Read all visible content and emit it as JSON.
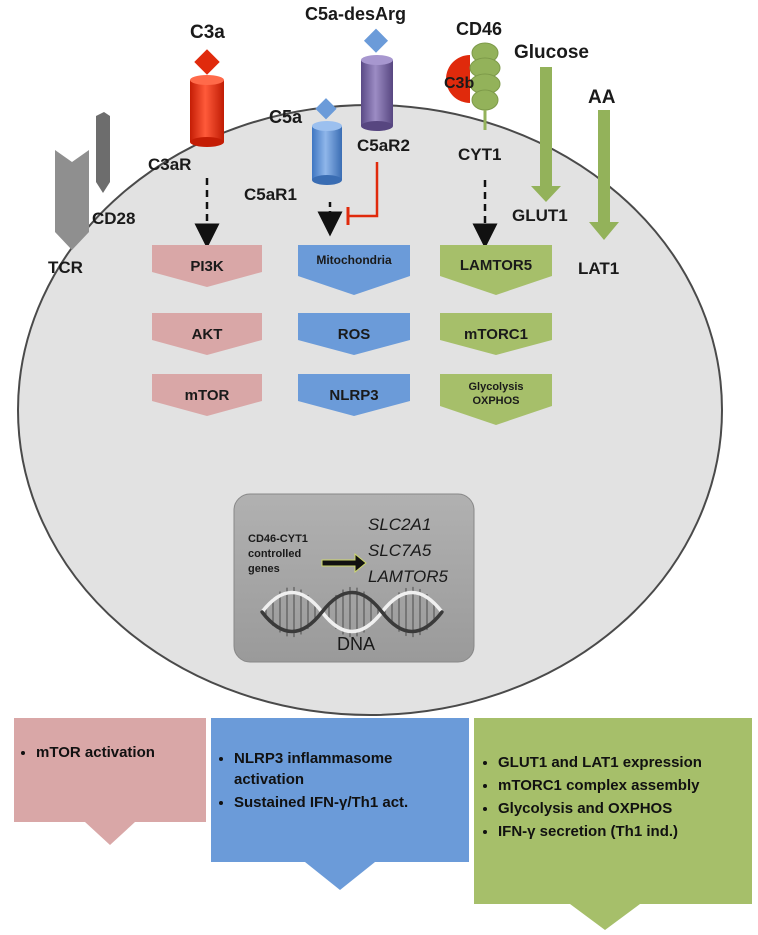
{
  "ligands": {
    "c3a": "C3a",
    "c5a_desarg": "C5a-desArg",
    "c5a": "C5a",
    "cd46": "CD46",
    "c3b": "C3b",
    "glucose": "Glucose",
    "aa": "AA"
  },
  "receptors": {
    "c3ar": "C3aR",
    "c5ar1": "C5aR1",
    "c5ar2": "C5aR2",
    "cyt1": "CYT1",
    "glut1": "GLUT1",
    "lat1": "LAT1",
    "tcr": "TCR",
    "cd28": "CD28"
  },
  "pathways": {
    "pink": [
      "PI3K",
      "AKT",
      "mTOR"
    ],
    "blue": [
      "Mitochondria",
      "ROS",
      "NLRP3"
    ],
    "green": [
      "LAMTOR5",
      "mTORC1",
      "Glycolysis",
      "OXPHOS"
    ]
  },
  "nucleus": {
    "genes_label_1": "CD46-CYT1",
    "genes_label_2": "controlled",
    "genes_label_3": "genes",
    "genes": [
      "SLC2A1",
      "SLC7A5",
      "LAMTOR5"
    ],
    "dna": "DNA"
  },
  "outcomes": {
    "pink": [
      "mTOR activation"
    ],
    "blue": [
      "NLRP3 inflammasome activation",
      "Sustained IFN-γ/Th1 act."
    ],
    "green": [
      "GLUT1 and LAT1 expression",
      "mTORC1 complex assembly",
      "Glycolysis and OXPHOS",
      "IFN-γ secretion (Th1 ind.)"
    ]
  },
  "colors": {
    "cell": "#e2e2e2",
    "pink": "#d9a7a7",
    "blue": "#6b9bd9",
    "green": "#a6bf6a",
    "red": "#e02a0c",
    "purple": "#7a68a8",
    "nucleus": "#a6a6a6"
  }
}
